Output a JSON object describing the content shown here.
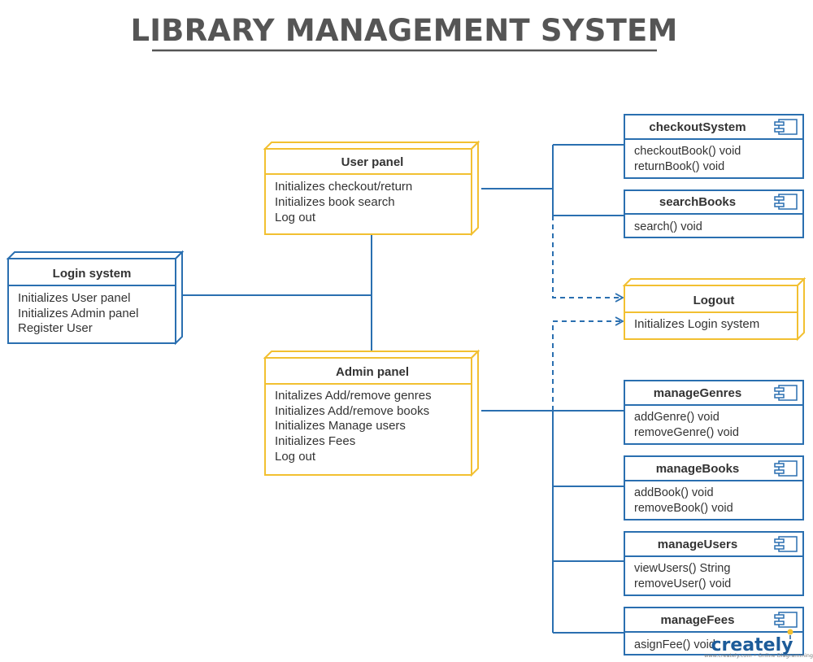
{
  "title": "LIBRARY MANAGEMENT SYSTEM",
  "colors": {
    "blue": "#2a6fb0",
    "yellow": "#f2c031",
    "title_gray": "#555555",
    "text": "#333333"
  },
  "nodes": {
    "user_panel": {
      "title": "User panel",
      "lines": [
        "Initializes checkout/return",
        "Initializes book search",
        "Log out"
      ]
    },
    "login_system": {
      "title": "Login system",
      "lines": [
        "Initializes User panel",
        "Initializes Admin panel",
        "Register User"
      ]
    },
    "admin_panel": {
      "title": "Admin panel",
      "lines": [
        "Initalizes Add/remove genres",
        "Initializes Add/remove books",
        "Initializes Manage users",
        "Initializes Fees",
        "Log out"
      ]
    },
    "logout": {
      "title": "Logout",
      "lines": [
        "Initializes Login system"
      ]
    }
  },
  "components": {
    "checkout_system": {
      "title": "checkoutSystem",
      "lines": [
        "checkoutBook() void",
        "returnBook() void"
      ]
    },
    "search_books": {
      "title": "searchBooks",
      "lines": [
        "search() void"
      ]
    },
    "manage_genres": {
      "title": "manageGenres",
      "lines": [
        "addGenre() void",
        "removeGenre() void"
      ]
    },
    "manage_books": {
      "title": "manageBooks",
      "lines": [
        "addBook() void",
        "removeBook() void"
      ]
    },
    "manage_users": {
      "title": "manageUsers",
      "lines": [
        "viewUsers() String",
        "removeUser() void"
      ]
    },
    "manage_fees": {
      "title": "manageFees",
      "lines": [
        "asignFee() void"
      ]
    }
  },
  "logo": {
    "name": "creately",
    "tagline": "www.creately.com • Online Diagramming"
  }
}
